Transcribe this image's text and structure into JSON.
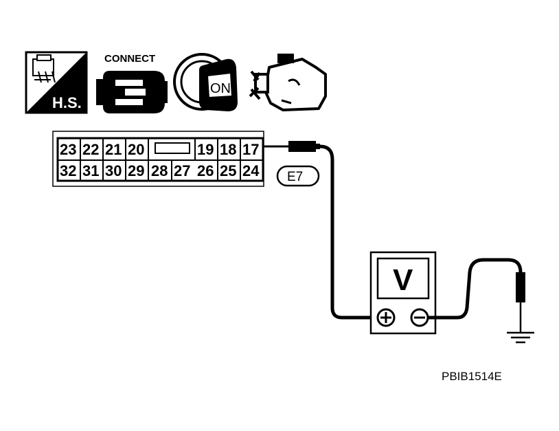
{
  "icons": {
    "hs_label": "H.S.",
    "connect_label": "CONNECT",
    "ignition_label": "ON"
  },
  "connector": {
    "id": "E7",
    "top_row": [
      "23",
      "22",
      "21",
      "20",
      "",
      "19",
      "18",
      "17"
    ],
    "bottom_row": [
      "32",
      "31",
      "30",
      "29",
      "28",
      "27",
      "26",
      "25",
      "24"
    ]
  },
  "meter": {
    "symbol": "V"
  },
  "figure_ref": "PBIB1514E",
  "colors": {
    "ink": "#000000",
    "paper": "#ffffff"
  }
}
